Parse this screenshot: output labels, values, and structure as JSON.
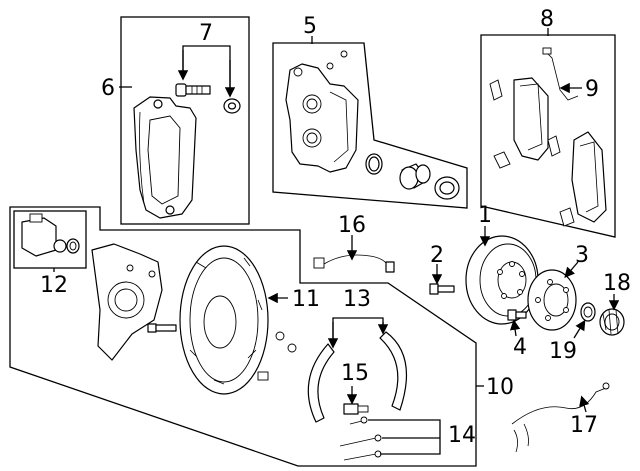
{
  "callouts": {
    "c1": "1",
    "c2": "2",
    "c3": "3",
    "c4": "4",
    "c5": "5",
    "c6": "6",
    "c7": "7",
    "c8": "8",
    "c9": "9",
    "c10": "10",
    "c11": "11",
    "c12": "12",
    "c13": "13",
    "c14": "14",
    "c15": "15",
    "c16": "16",
    "c17": "17",
    "c18": "18",
    "c19": "19"
  }
}
